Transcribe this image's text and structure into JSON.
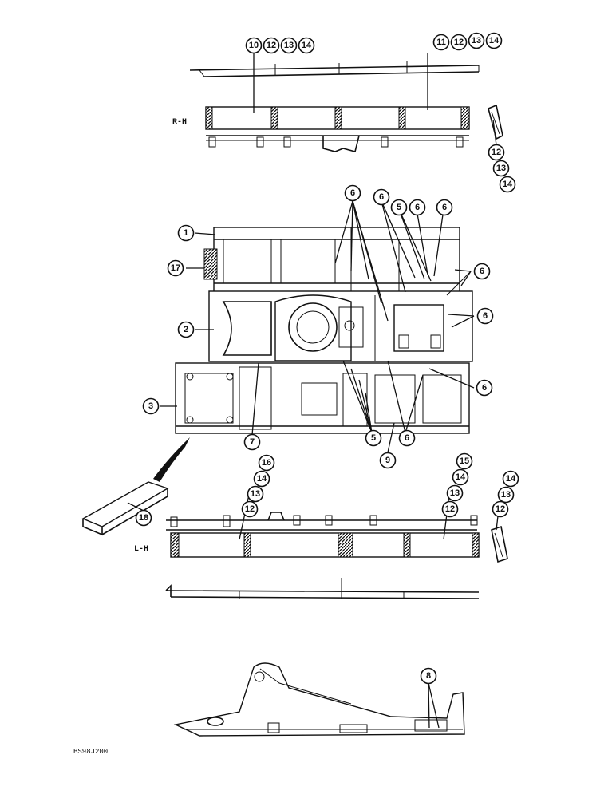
{
  "labels": {
    "right_side": "R-H",
    "left_side": "L-H",
    "figure_code": "BS98J200"
  },
  "callouts": {
    "c1": "1",
    "c2": "2",
    "c3": "3",
    "c5": "5",
    "c6": "6",
    "c7": "7",
    "c8": "8",
    "c9": "9",
    "c10": "10",
    "c11": "11",
    "c12": "12",
    "c13": "13",
    "c14": "14",
    "c15": "15",
    "c16": "16",
    "c17": "17",
    "c18": "18"
  }
}
